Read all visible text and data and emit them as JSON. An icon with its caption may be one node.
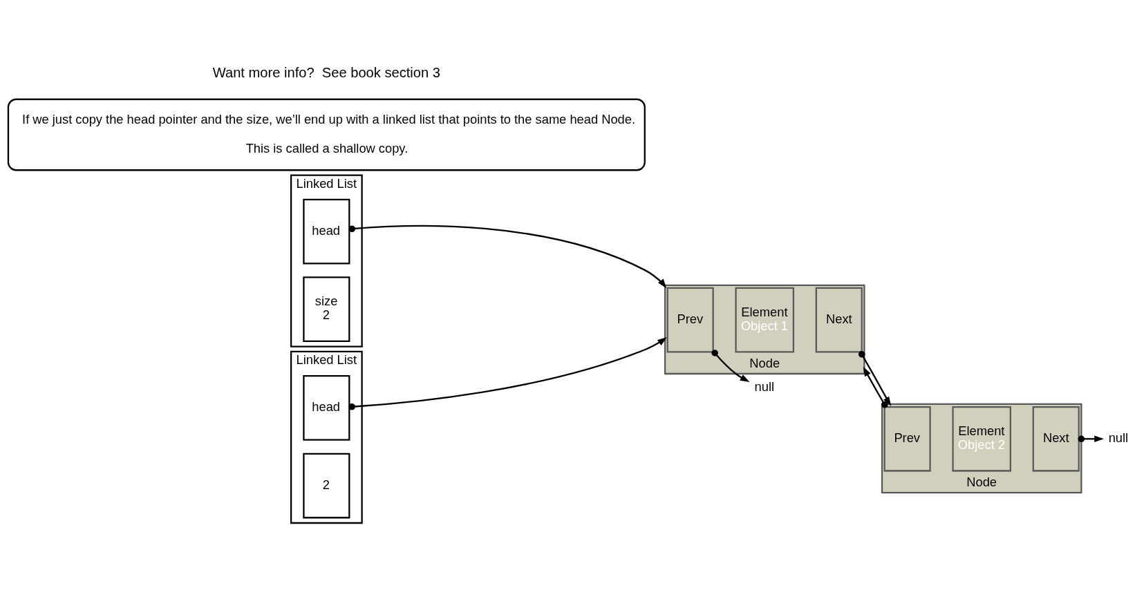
{
  "diagram": {
    "nodes": [
      {
        "text": [
          "Linked List"
        ]
      },
      {
        "text": [
          "head"
        ],
        "in": 0
      },
      {
        "text": [
          "size",
          "2"
        ],
        "in": 0
      },
      {
        "text": [
          "Linked List"
        ]
      },
      {
        "text": [
          "head"
        ],
        "in": 3
      },
      {
        "text": [
          "2"
        ],
        "in": 3
      },
      {
        "text": [
          "Node"
        ]
      },
      {
        "text": [
          "Prev"
        ],
        "in": 6
      },
      {
        "text": [
          "Element",
          "Object 1"
        ],
        "in": 6
      },
      {
        "text": [
          "Next"
        ],
        "in": 6
      },
      {
        "text": [
          "Node"
        ]
      },
      {
        "text": [
          "Prev"
        ],
        "in": 10
      },
      {
        "text": [
          "Element",
          "Object 2"
        ],
        "in": 10
      },
      {
        "text": [
          "Next"
        ],
        "in": 10
      },
      {
        "text": [
          "null"
        ]
      },
      {
        "text": [
          "null"
        ]
      },
      {
        "text": [
          "If we just copy the head pointer and the size, we’ll end up with a linked list that points to the same head Node.",
          "This is called a shallow copy."
        ]
      }
    ],
    "edges": [
      {
        "from": 1,
        "to": 6,
        "arrow": "to"
      },
      {
        "from": 7,
        "to": 14,
        "arrow": "to"
      },
      {
        "from": 9,
        "to": 10,
        "arrow": "to"
      },
      {
        "from": 11,
        "to": 6,
        "arrow": "to"
      },
      {
        "from": 13,
        "to": 15,
        "arrow": "to"
      },
      {
        "from": 4,
        "to": 6,
        "arrow": "to"
      }
    ],
    "labels": [
      "Want more info?  See book section 3"
    ]
  }
}
